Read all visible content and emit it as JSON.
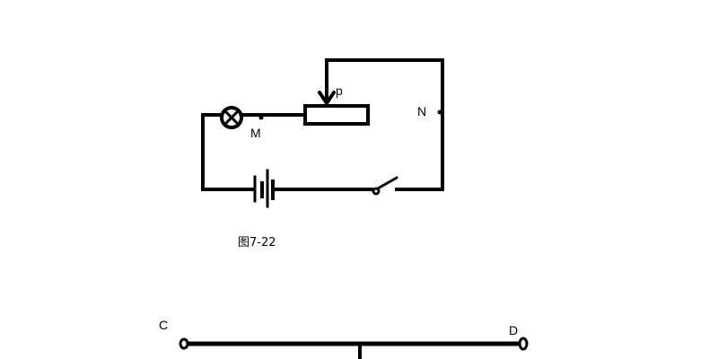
{
  "labels": {
    "slider": "p",
    "point_m": "M",
    "point_n": "N",
    "caption": "图7-22",
    "point_c": "C",
    "point_d": "D"
  },
  "colors": {
    "wire": "#000000",
    "background": "#ffffff"
  },
  "components": {
    "lamp": "lamp-icon",
    "rheostat": "sliding-rheostat",
    "battery": "battery-icon",
    "switch": "open-switch-icon"
  }
}
